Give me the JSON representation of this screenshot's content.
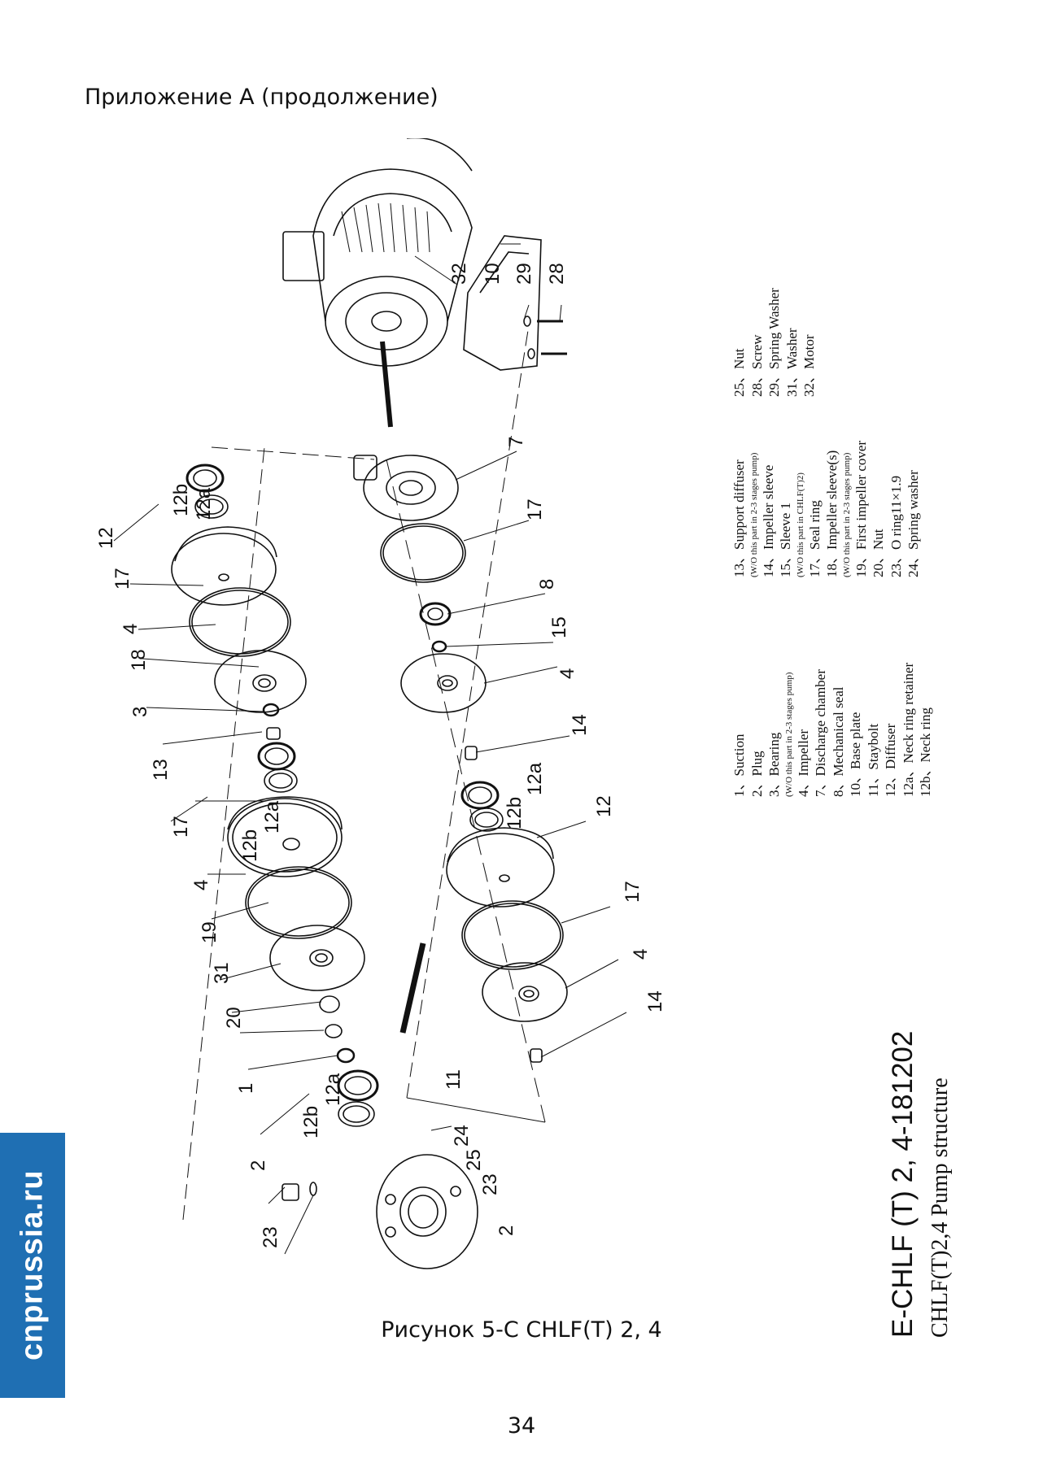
{
  "header": {
    "title": "Приложение А (продолжение)"
  },
  "figure": {
    "caption": "Рисунок 5-C CHLF(T) 2, 4"
  },
  "page": {
    "number": "34"
  },
  "brand": {
    "text": "cnprussia.ru",
    "color": "#1f6fb3"
  },
  "diagram": {
    "title": "E-CHLF (T) 2, 4-181202",
    "subtitle": "CHLF(T)2,4 Pump structure",
    "legend_left": [
      "1、Suction",
      "2、Plug",
      "3、Bearing",
      "(W/O this part in 2-3 stages pump)",
      "4、Impeller",
      "7、Discharge chamber",
      "8、Mechanical seal",
      "10、Base plate",
      "11、Staybolt",
      "12、Diffuser",
      "12a、Neck ring retainer",
      "12b、Neck ring"
    ],
    "legend_mid": [
      "13、Support diffuser",
      "(W/O this part in 2-3 stages pump)",
      "14、Impeller sleeve",
      "15、Sleeve 1",
      "(W/O this part in CHLF(T)2)",
      "17、Seal ring",
      "18、Impeller sleeve(s)",
      "(W/O this part in 2-3 stages pump)",
      "19、First impeller cover",
      "20、Nut",
      "23、O ring11×1.9",
      "24、Spring washer"
    ],
    "legend_right": [
      "25、Nut",
      "28、Screw",
      "29、Spring Washer",
      "31、Washer",
      "32、Motor"
    ],
    "callouts_left": [
      "12",
      "12b",
      "12a",
      "17",
      "4",
      "18",
      "3",
      "13",
      "12b",
      "12a",
      "17",
      "4",
      "19",
      "31",
      "20",
      "1",
      "12b",
      "12a",
      "2",
      "23"
    ],
    "callouts_right": [
      "32",
      "10",
      "29",
      "28",
      "7",
      "17",
      "8",
      "15",
      "4",
      "14",
      "12",
      "12a",
      "12b",
      "17",
      "4",
      "14",
      "11",
      "24",
      "25",
      "23",
      "2"
    ]
  }
}
